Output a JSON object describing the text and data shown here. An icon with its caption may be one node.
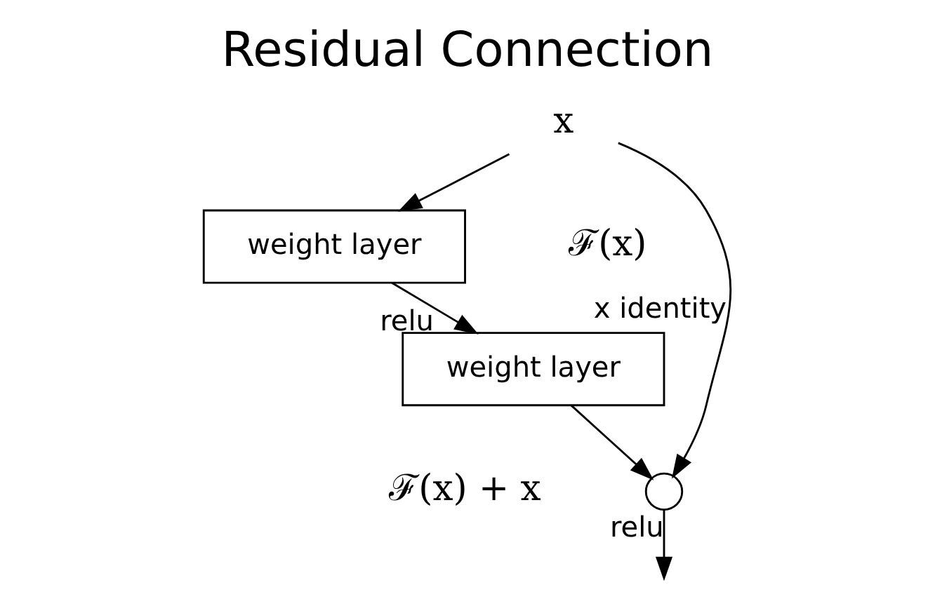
{
  "diagram": {
    "title": "Residual Connection",
    "nodes": [
      {
        "text": [
          "x"
        ]
      },
      {
        "text": [
          "weight layer"
        ]
      },
      {
        "text": [
          "weight layer"
        ]
      },
      {
        "text": [],
        "shape": "circle"
      }
    ],
    "edges": [
      {
        "from": 0,
        "to": 1,
        "arrow": "to"
      },
      {
        "from": 1,
        "to": 2,
        "arrow": "to",
        "label": "relu"
      },
      {
        "from": 2,
        "to": 3,
        "arrow": "to"
      },
      {
        "from": 0,
        "to": 3,
        "arrow": "to",
        "label": "x identity"
      },
      {
        "from": 3,
        "to": null,
        "arrow": "to",
        "label": "relu"
      }
    ],
    "labels": [
      "ℱ(x)",
      "ℱ(x) + x"
    ]
  }
}
